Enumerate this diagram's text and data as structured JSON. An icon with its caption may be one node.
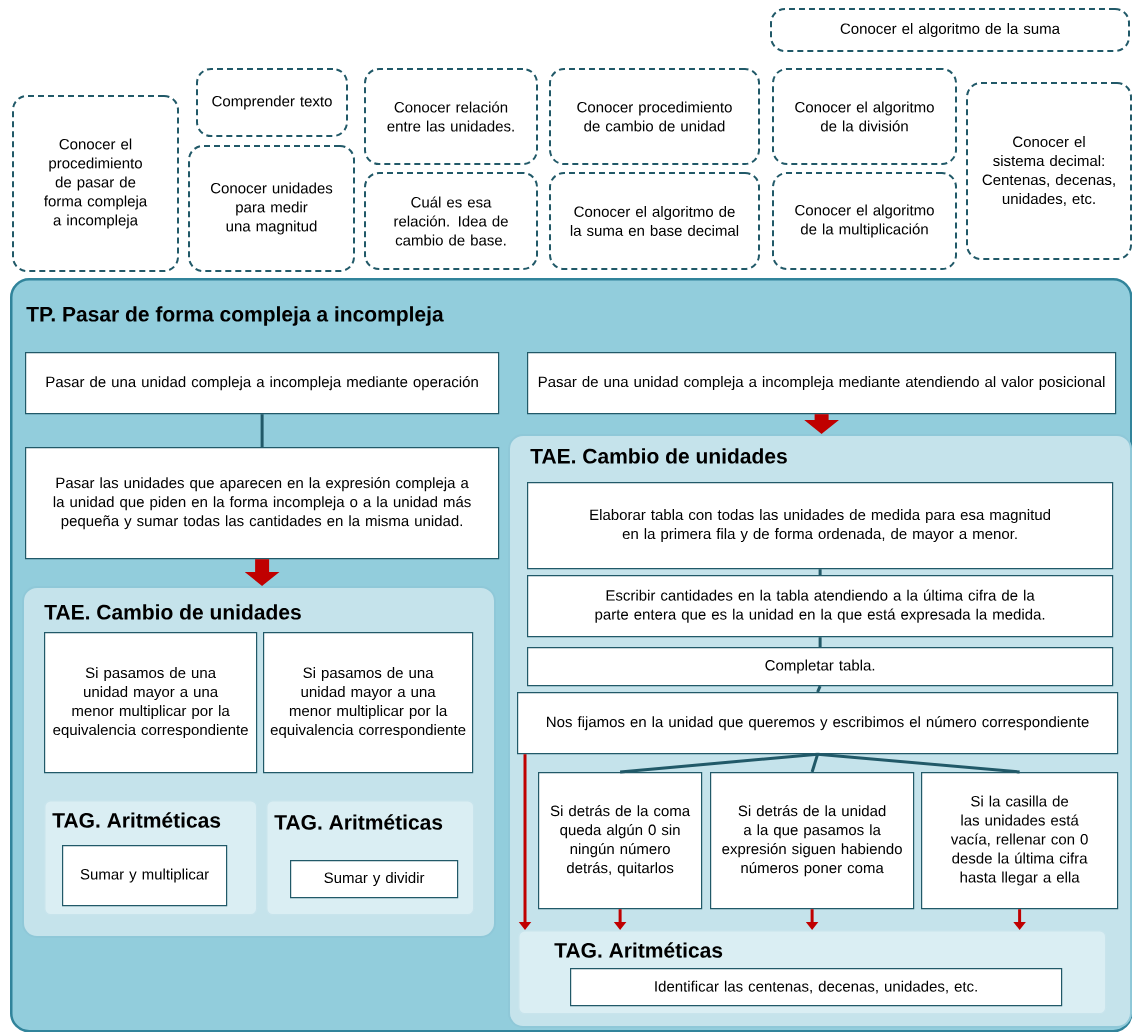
{
  "diagram": {
    "nodes": [
      {
        "text": [
          "Conocer el procedimiento de pasar de forma compleja a incompleja"
        ]
      },
      {
        "text": [
          "Comprender texto"
        ]
      },
      {
        "text": [
          "Conocer unidades para medir una magnitud"
        ]
      },
      {
        "text": [
          "Conocer relación entre las unidades."
        ]
      },
      {
        "text": [
          "Cuál es esa relación. Idea de cambio de base."
        ]
      },
      {
        "text": [
          "Conocer procedimiento de cambio de unidad"
        ]
      },
      {
        "text": [
          "Conocer el algoritmo de la suma en base decimal"
        ]
      },
      {
        "text": [
          "Conocer el algoritmo de la suma"
        ]
      },
      {
        "text": [
          "Conocer el algoritmo de la división"
        ]
      },
      {
        "text": [
          "Conocer el algoritmo de la multiplicación"
        ]
      },
      {
        "text": [
          "Conocer el sistema decimal: Centenas, decenas, unidades, etc."
        ]
      },
      {
        "text": [
          "TP. Pasar de forma compleja a incompleja"
        ]
      },
      {
        "text": [
          "Pasar de una unidad compleja a incompleja mediante operación"
        ],
        "in": 11
      },
      {
        "text": [
          "Pasar de una unidad compleja a incompleja mediante atendiendo al valor posicional"
        ],
        "in": 11
      },
      {
        "text": [
          "Pasar las unidades que aparecen en la expresión compleja a la unidad que piden en la forma incompleja o a la unidad más pequeña y sumar todas las cantidades en la misma unidad."
        ],
        "in": 11
      },
      {
        "text": [
          "TAE. Cambio de unidades"
        ],
        "in": 11
      },
      {
        "text": [
          "Si pasamos de una unidad mayor a una menor multiplicar por la equivalencia correspondiente"
        ],
        "in": 15
      },
      {
        "text": [
          "Si pasamos de una unidad mayor a una menor multiplicar por la equivalencia correspondiente"
        ],
        "in": 15
      },
      {
        "text": [
          "TAG. Aritméticas"
        ],
        "in": 15
      },
      {
        "text": [
          "Sumar y multiplicar"
        ],
        "in": 18
      },
      {
        "text": [
          "TAG. Aritméticas"
        ],
        "in": 15
      },
      {
        "text": [
          "Sumar y dividir"
        ],
        "in": 20
      },
      {
        "text": [
          "TAE. Cambio de unidades"
        ],
        "in": 11
      },
      {
        "text": [
          "Elaborar tabla con todas las unidades de medida para esa magnitud en la primera fila y de forma ordenada, de mayor a menor."
        ],
        "in": 22
      },
      {
        "text": [
          "Escribir cantidades en la tabla atendiendo a la última cifra de la parte entera que es la unidad en la que está expresada la medida."
        ],
        "in": 22
      },
      {
        "text": [
          "Completar tabla."
        ],
        "in": 22
      },
      {
        "text": [
          "Nos fijamos en la unidad que queremos y escribimos el número correspondiente"
        ],
        "in": 22
      },
      {
        "text": [
          "Si detrás de la coma queda algún 0 sin ningún número detrás, quitarlos"
        ],
        "in": 22
      },
      {
        "text": [
          "Si detrás de la unidad a la que pasamos la expresión siguen habiendo números poner coma"
        ],
        "in": 22
      },
      {
        "text": [
          "Si la casilla de las unidades está vacía, rellenar con 0 desde la última cifra hasta llegar a ella"
        ],
        "in": 22
      },
      {
        "text": [
          "TAG. Aritméticas"
        ],
        "in": 22
      },
      {
        "text": [
          "Identificar las centenas, decenas, unidades, etc."
        ],
        "in": 30
      }
    ],
    "edges": [
      {
        "from": 12,
        "to": 14,
        "arrow": "none"
      },
      {
        "from": 14,
        "to": 15,
        "arrow": "to",
        "style": "thick",
        "color": "#c00000"
      },
      {
        "from": 13,
        "to": 22,
        "arrow": "to",
        "style": "thick",
        "color": "#c00000"
      },
      {
        "from": 23,
        "to": 24,
        "arrow": "none"
      },
      {
        "from": 24,
        "to": 25,
        "arrow": "none"
      },
      {
        "from": 25,
        "to": 26,
        "arrow": "none"
      },
      {
        "from": 26,
        "to": 27,
        "arrow": "none"
      },
      {
        "from": 26,
        "to": 28,
        "arrow": "none"
      },
      {
        "from": 26,
        "to": 29,
        "arrow": "none"
      },
      {
        "from": 26,
        "to": 30,
        "arrow": "to",
        "color": "#c00000"
      },
      {
        "from": 27,
        "to": 30,
        "arrow": "to",
        "color": "#c00000"
      },
      {
        "from": 28,
        "to": 30,
        "arrow": "to",
        "color": "#c00000"
      },
      {
        "from": 29,
        "to": 30,
        "arrow": "to",
        "color": "#c00000"
      }
    ]
  }
}
